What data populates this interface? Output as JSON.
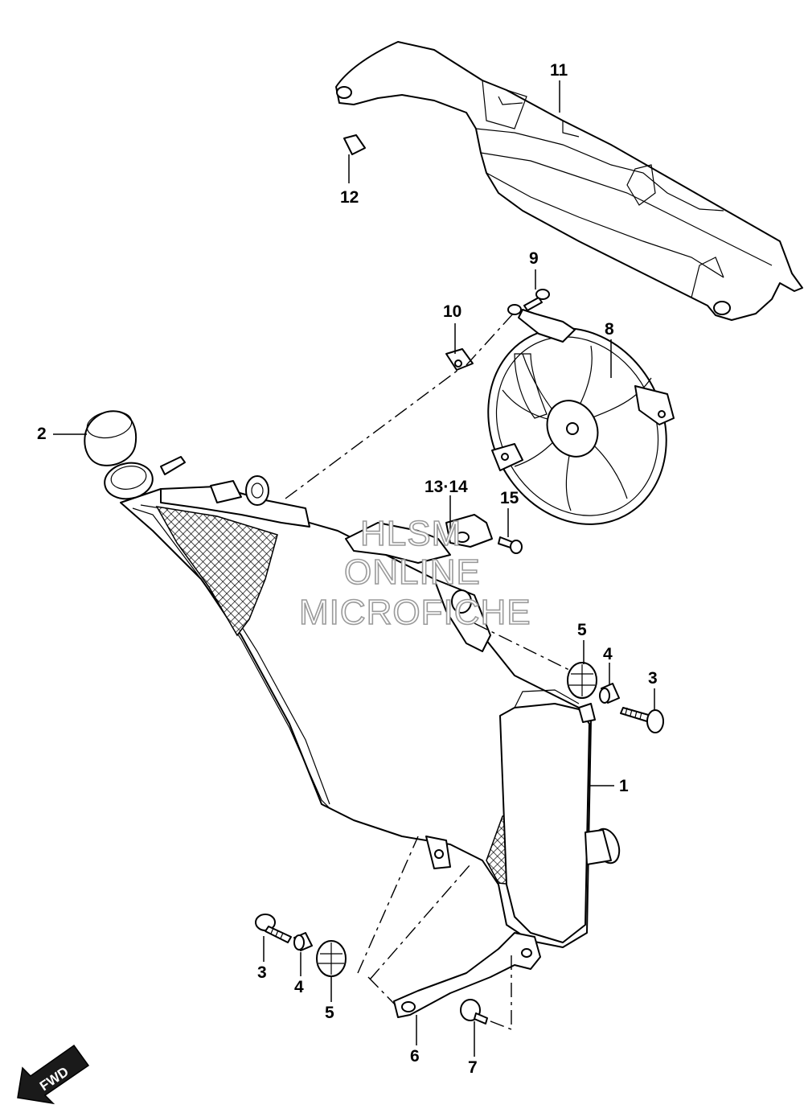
{
  "callouts": {
    "c1": "1",
    "c2": "2",
    "c3a": "3",
    "c3b": "3",
    "c4a": "4",
    "c4b": "4",
    "c5a": "5",
    "c5b": "5",
    "c6": "6",
    "c7": "7",
    "c8": "8",
    "c9": "9",
    "c10": "10",
    "c11": "11",
    "c12": "12",
    "c1314": "13·14",
    "c15": "15"
  },
  "watermark": {
    "line1": "HLSM",
    "line2": "ONLINE",
    "line3": "MICROFICHE"
  },
  "fwd": {
    "label": "FWD"
  }
}
